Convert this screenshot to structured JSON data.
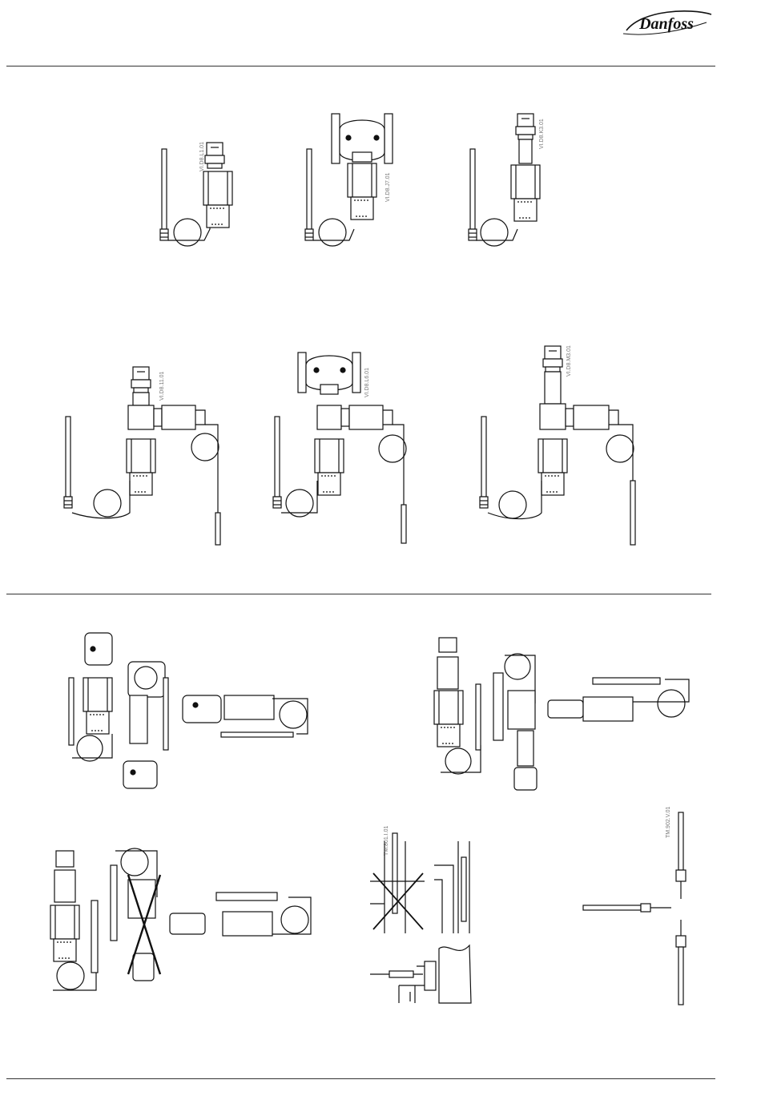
{
  "header": {
    "brand": "Danfoss"
  },
  "codes": {
    "fig1": "VI.D8.L1.01",
    "fig2": "VI.D8.J7.01",
    "fig3": "VI.D8.K3.01",
    "fig4": "VI.D8.11.01",
    "fig5": "VI.D8.L6.01",
    "fig6": "VI.D8.M3.01",
    "fig7": "TM.801.I.01",
    "fig8": "TM.902.V.01"
  },
  "colors": {
    "line": "#111111",
    "rule": "#333333",
    "code_text": "#777777"
  }
}
